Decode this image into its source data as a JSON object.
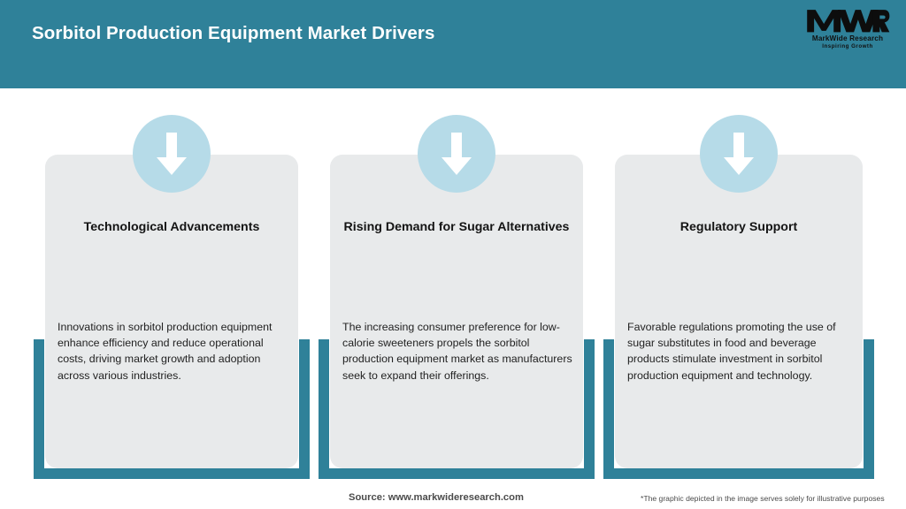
{
  "header": {
    "title": "Sorbitol Production Equipment Market Drivers",
    "background_color": "#2f8199",
    "title_color": "#ffffff"
  },
  "logo": {
    "mark": "MWR",
    "name": "MarkWide Research",
    "tagline": "Inspiring Growth"
  },
  "theme": {
    "accent": "#2f8199",
    "card_background": "#e8eaeb",
    "badge_background": "#b6dbe8",
    "arrow_color": "#ffffff",
    "page_background": "#ffffff"
  },
  "cards": [
    {
      "icon": "down-arrow-icon",
      "title": "Technological Advancements",
      "body": "Innovations in sorbitol production equipment enhance efficiency and reduce operational costs, driving market growth and adoption across various industries."
    },
    {
      "icon": "down-arrow-icon",
      "title": "Rising Demand for Sugar Alternatives",
      "body": "The increasing consumer preference for low-calorie sweeteners propels the sorbitol production equipment market as manufacturers seek to expand their offerings."
    },
    {
      "icon": "down-arrow-icon",
      "title": "Regulatory Support",
      "body": "Favorable regulations promoting the use of sugar substitutes in food and beverage products stimulate investment in sorbitol production equipment and technology."
    }
  ],
  "footer": {
    "source": "Source: www.markwideresearch.com",
    "note": "*The graphic depicted in the image serves solely for illustrative purposes"
  }
}
